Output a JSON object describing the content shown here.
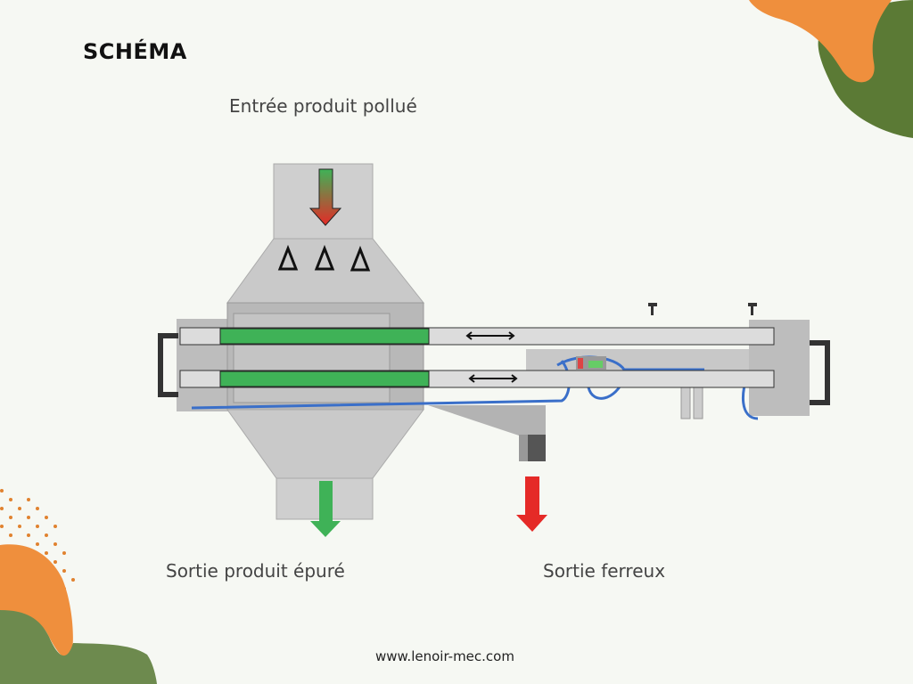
{
  "title": "SCHÉMA",
  "labels": {
    "inlet": "Entrée produit pollué",
    "clean_outlet": "Sortie produit épuré",
    "ferrous_outlet": "Sortie ferreux"
  },
  "footer": {
    "url": "www.lenoir-mec.com"
  },
  "colors": {
    "background": "#f6f8f3",
    "orange": "#ef8f3d",
    "green_dark": "#5b7a35",
    "green_light": "#6d8a4e",
    "magnet_green": "#3fb257",
    "arrow_red": "#e52a27",
    "steel": "#cfcfcf"
  }
}
